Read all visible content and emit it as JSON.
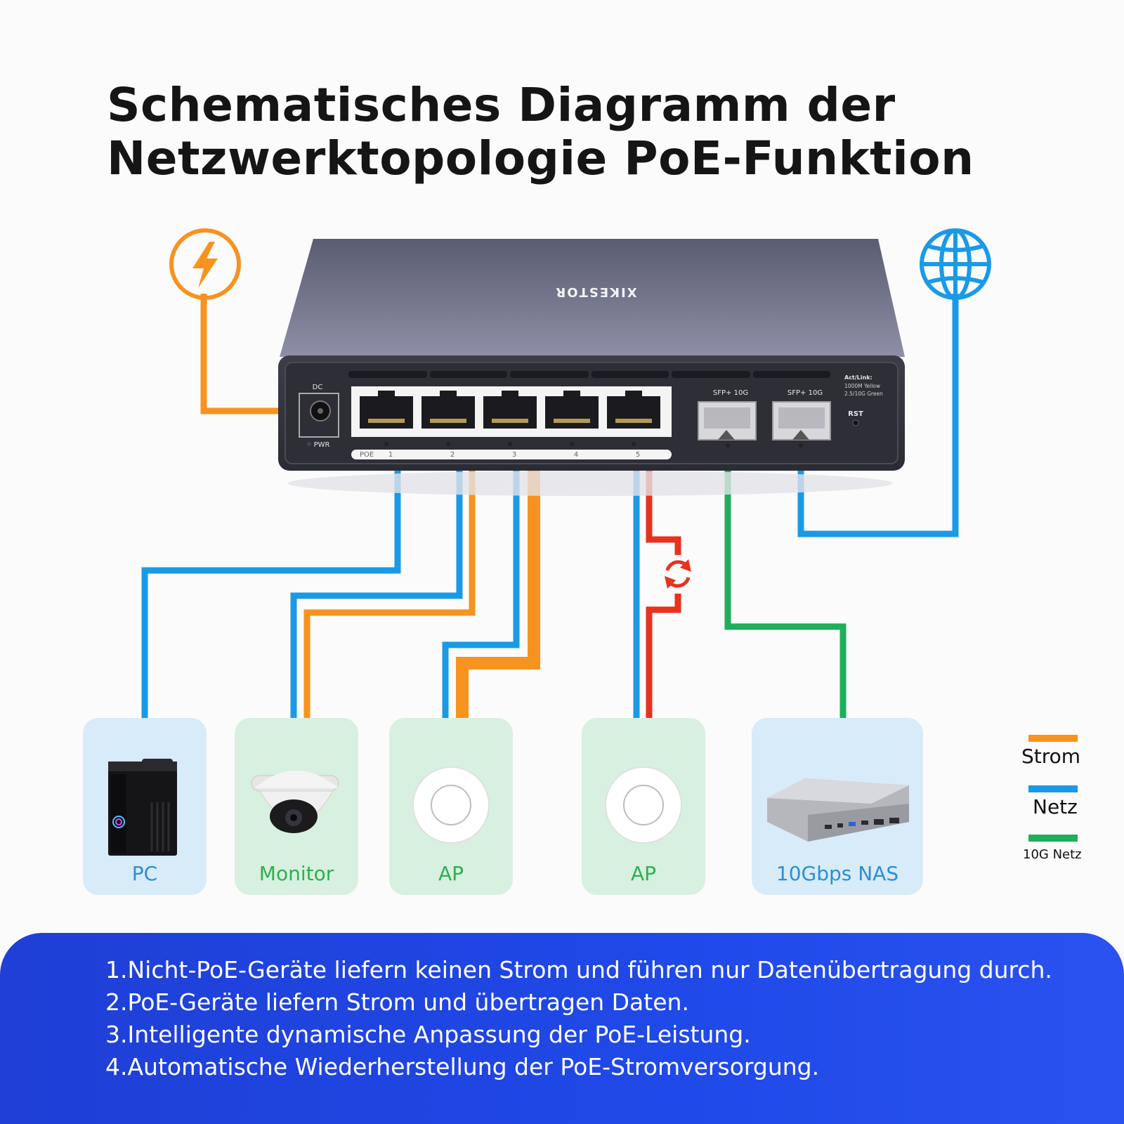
{
  "title_lines": [
    "Schematisches Diagramm der",
    "Netzwerktopologie PoE-Funktion"
  ],
  "switch": {
    "brand": "XIKESTOR",
    "dc_label": "DC",
    "pwr_label": "PWR",
    "poe_label": "POE",
    "port_numbers": [
      "1",
      "2",
      "3",
      "4",
      "5"
    ],
    "sfp_labels": [
      "SFP+ 10G",
      "SFP+ 10G"
    ],
    "act_link_title": "Act/Link:",
    "act_link_lines": [
      "1000M  Yellow",
      "2.5/10G  Green"
    ],
    "rst_label": "RST"
  },
  "devices": [
    {
      "label": "PC",
      "label_color": "#2a8fd8",
      "card_color": "#d8ebf8"
    },
    {
      "label": "Monitor",
      "label_color": "#2bb24c",
      "card_color": "#d8f0e0"
    },
    {
      "label": "AP",
      "label_color": "#2bb24c",
      "card_color": "#d8f0e0"
    },
    {
      "label": "AP",
      "label_color": "#2bb24c",
      "card_color": "#d8f0e0"
    },
    {
      "label": "10Gbps NAS",
      "label_color": "#2a8fd8",
      "card_color": "#d8ebf8"
    }
  ],
  "legend": [
    {
      "label": "Strom",
      "color": "#f7931e"
    },
    {
      "label": "Netz",
      "color": "#1a9ae6"
    },
    {
      "label": "10G Netz",
      "color": "#1fae5a"
    }
  ],
  "notes": [
    "1.Nicht-PoE-Geräte liefern keinen Strom und führen nur Datenübertragung durch.",
    "2.PoE-Geräte liefern Strom und übertragen Daten.",
    "3.Intelligente dynamische Anpassung der PoE-Leistung.",
    "4.Automatische Wiederherstellung der PoE-Stromversorgung."
  ],
  "colors": {
    "power": "#f7931e",
    "data": "#1a9ae6",
    "data10g": "#1fae5a",
    "recovery": "#e8321e"
  },
  "icons": [
    "lightning-icon",
    "globe-icon",
    "recovery-arrows-icon",
    "tower-pc-icon",
    "dome-camera-icon",
    "access-point-icon",
    "nas-box-icon"
  ]
}
